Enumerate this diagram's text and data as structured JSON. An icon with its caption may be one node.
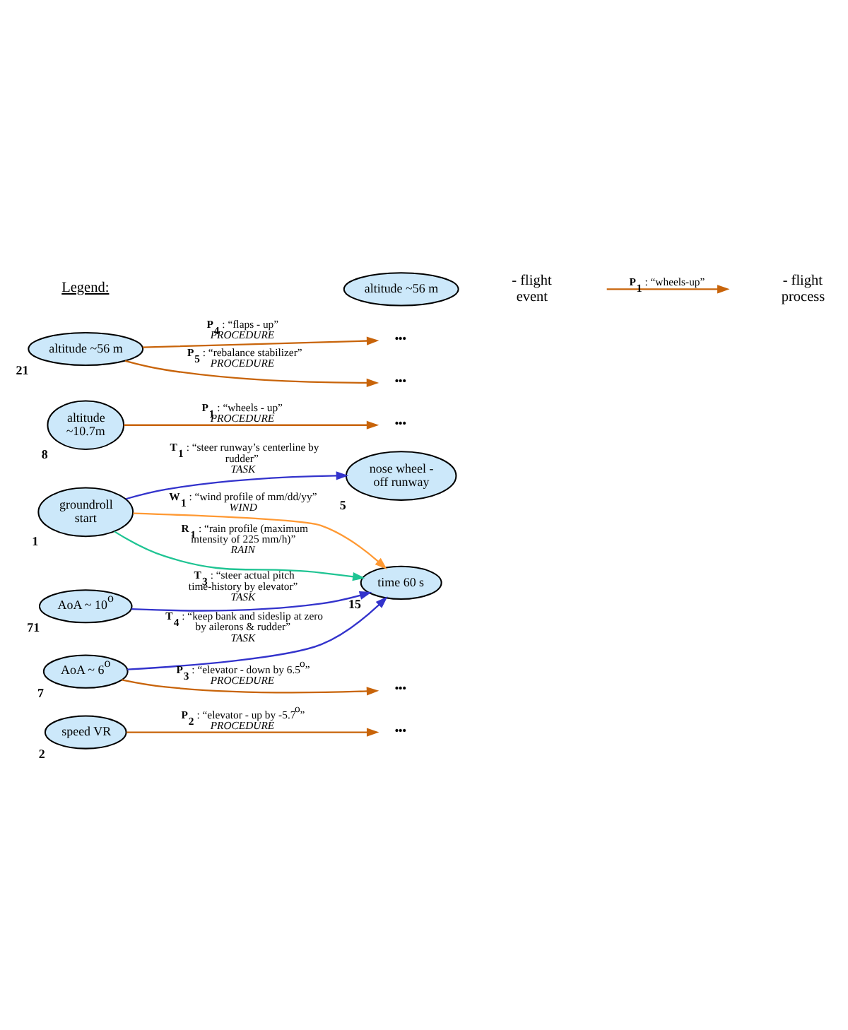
{
  "diagram": {
    "nodes": [
      {
        "text": [
          "speed VR"
        ],
        "beside": [
          "2"
        ]
      },
      {
        "text": [
          "•••"
        ]
      },
      {
        "text": [
          "nose wheel - off runway"
        ],
        "beside": [
          "5"
        ]
      },
      {
        "text": [
          "groundroll start"
        ],
        "beside": [
          "1"
        ]
      },
      {
        "text": [
          "time 60 s"
        ],
        "beside": [
          "15"
        ]
      },
      {
        "text": [
          "•••"
        ]
      },
      {
        "text": [
          "AoA ~ 6$^{o}$"
        ],
        "beside": [
          "7"
        ]
      },
      {
        "text": [
          "AoA ~ 10$^{o}$"
        ],
        "beside": [
          "71"
        ]
      },
      {
        "text": [
          "altitude ~10.7m"
        ],
        "beside": [
          "8"
        ]
      },
      {
        "text": [
          "•••"
        ]
      },
      {
        "text": [
          "•••"
        ]
      },
      {
        "text": [
          "altitude ~56 m"
        ],
        "beside": [
          "21"
        ]
      },
      {
        "text": [
          "•••"
        ]
      },
      {
        "text": [
          "altitude ~56 m"
        ]
      }
    ],
    "edges": [
      {
        "from": 0,
        "to": 1,
        "arrow": "to",
        "label": "**P$_{2}$** : “elevator - up by -5.7$^{o}$” *PROCEDURE*"
      },
      {
        "from": 3,
        "to": 2,
        "arrow": "to",
        "color": "#3333cc",
        "label": "**T$_{1}$** : “steer runway’s centerline by rudder” *TASK*"
      },
      {
        "from": 3,
        "to": 4,
        "arrow": "to",
        "color": "#1fc493",
        "label": "**R$_{1}$** : “rain profile (maximum intensity of 225 mm/h)” *RAIN*"
      },
      {
        "from": 3,
        "to": 4,
        "arrow": "to",
        "color": "#ff9933",
        "label": "**W$_{1}$** : “wind profile of mm/dd/yy” *WIND*"
      },
      {
        "from": 6,
        "to": 5,
        "arrow": "to",
        "label": "**P$_{3}$** : “elevator - down by 6.5$^{o}$” *PROCEDURE*"
      },
      {
        "from": 6,
        "to": 4,
        "arrow": "to",
        "color": "#3333cc",
        "label": "**T$_{4}$** : “keep bank and sideslip at zero by ailerons & rudder” *TASK*"
      },
      {
        "from": 7,
        "to": 4,
        "arrow": "to",
        "color": "#3333cc",
        "label": "**T$_{3}$** : “steer actual pitch time-history by elevator” *TASK*"
      },
      {
        "from": 8,
        "to": 9,
        "arrow": "to",
        "label": "**P$_{1}$** : “wheels - up” *PROCEDURE*"
      },
      {
        "from": 11,
        "to": 10,
        "arrow": "to",
        "label": "**P$_{4}$** : “flaps - up” *PROCEDURE*"
      },
      {
        "from": 11,
        "to": 12,
        "arrow": "to",
        "label": "**P$_{5}$** : “rebalance stabilizer” *PROCEDURE*"
      }
    ],
    "labels": [
      "Legend:",
      "**P$_{1}$** : “wheels-up”"
    ],
    "legend": [
      {
        "text": "- flight event"
      },
      {
        "text": "- flight process"
      }
    ]
  }
}
